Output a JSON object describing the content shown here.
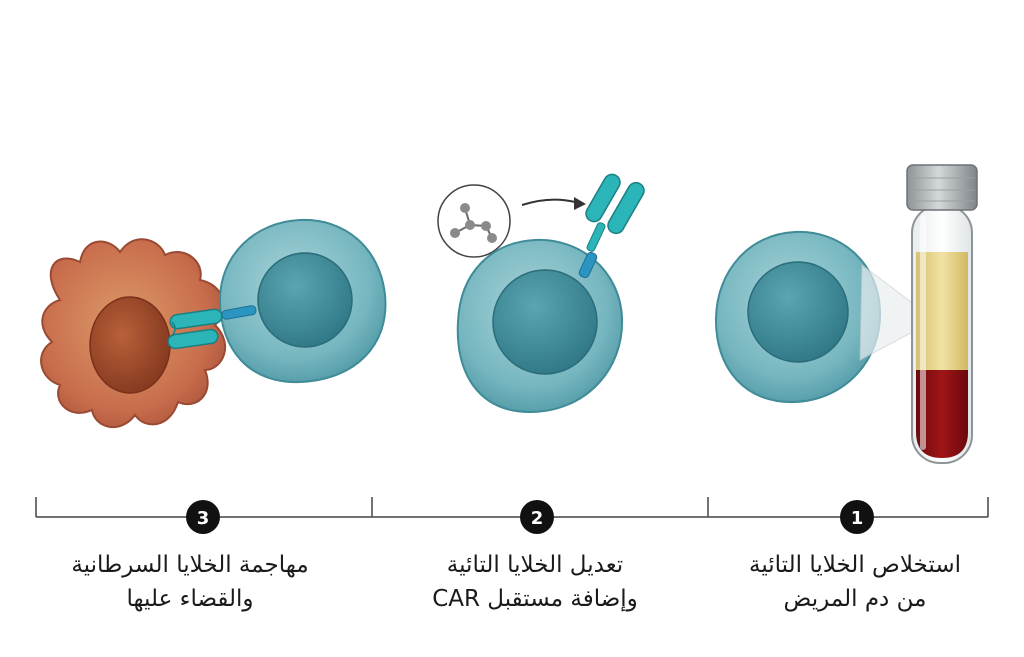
{
  "steps": [
    {
      "number": "3",
      "line1": "مهاجمة الخلايا السرطانية",
      "line2": "والقضاء عليها"
    },
    {
      "number": "2",
      "line1": "تعديل الخلايا التائية",
      "line2": "وإضافة مستقبل CAR"
    },
    {
      "number": "1",
      "line1": "استخلاص الخلايا التائية",
      "line2": "من دم المريض"
    }
  ],
  "colors": {
    "tcell": "#6fb3bd",
    "tcell_nucleus": "#3f8d9c",
    "cancer_cell": "#c8684a",
    "cancer_nucleus": "#9c4a2c",
    "receptor": "#2bb5b8",
    "plasma": "#e9d68e",
    "blood": "#8b0f12",
    "timeline": "#444444"
  }
}
